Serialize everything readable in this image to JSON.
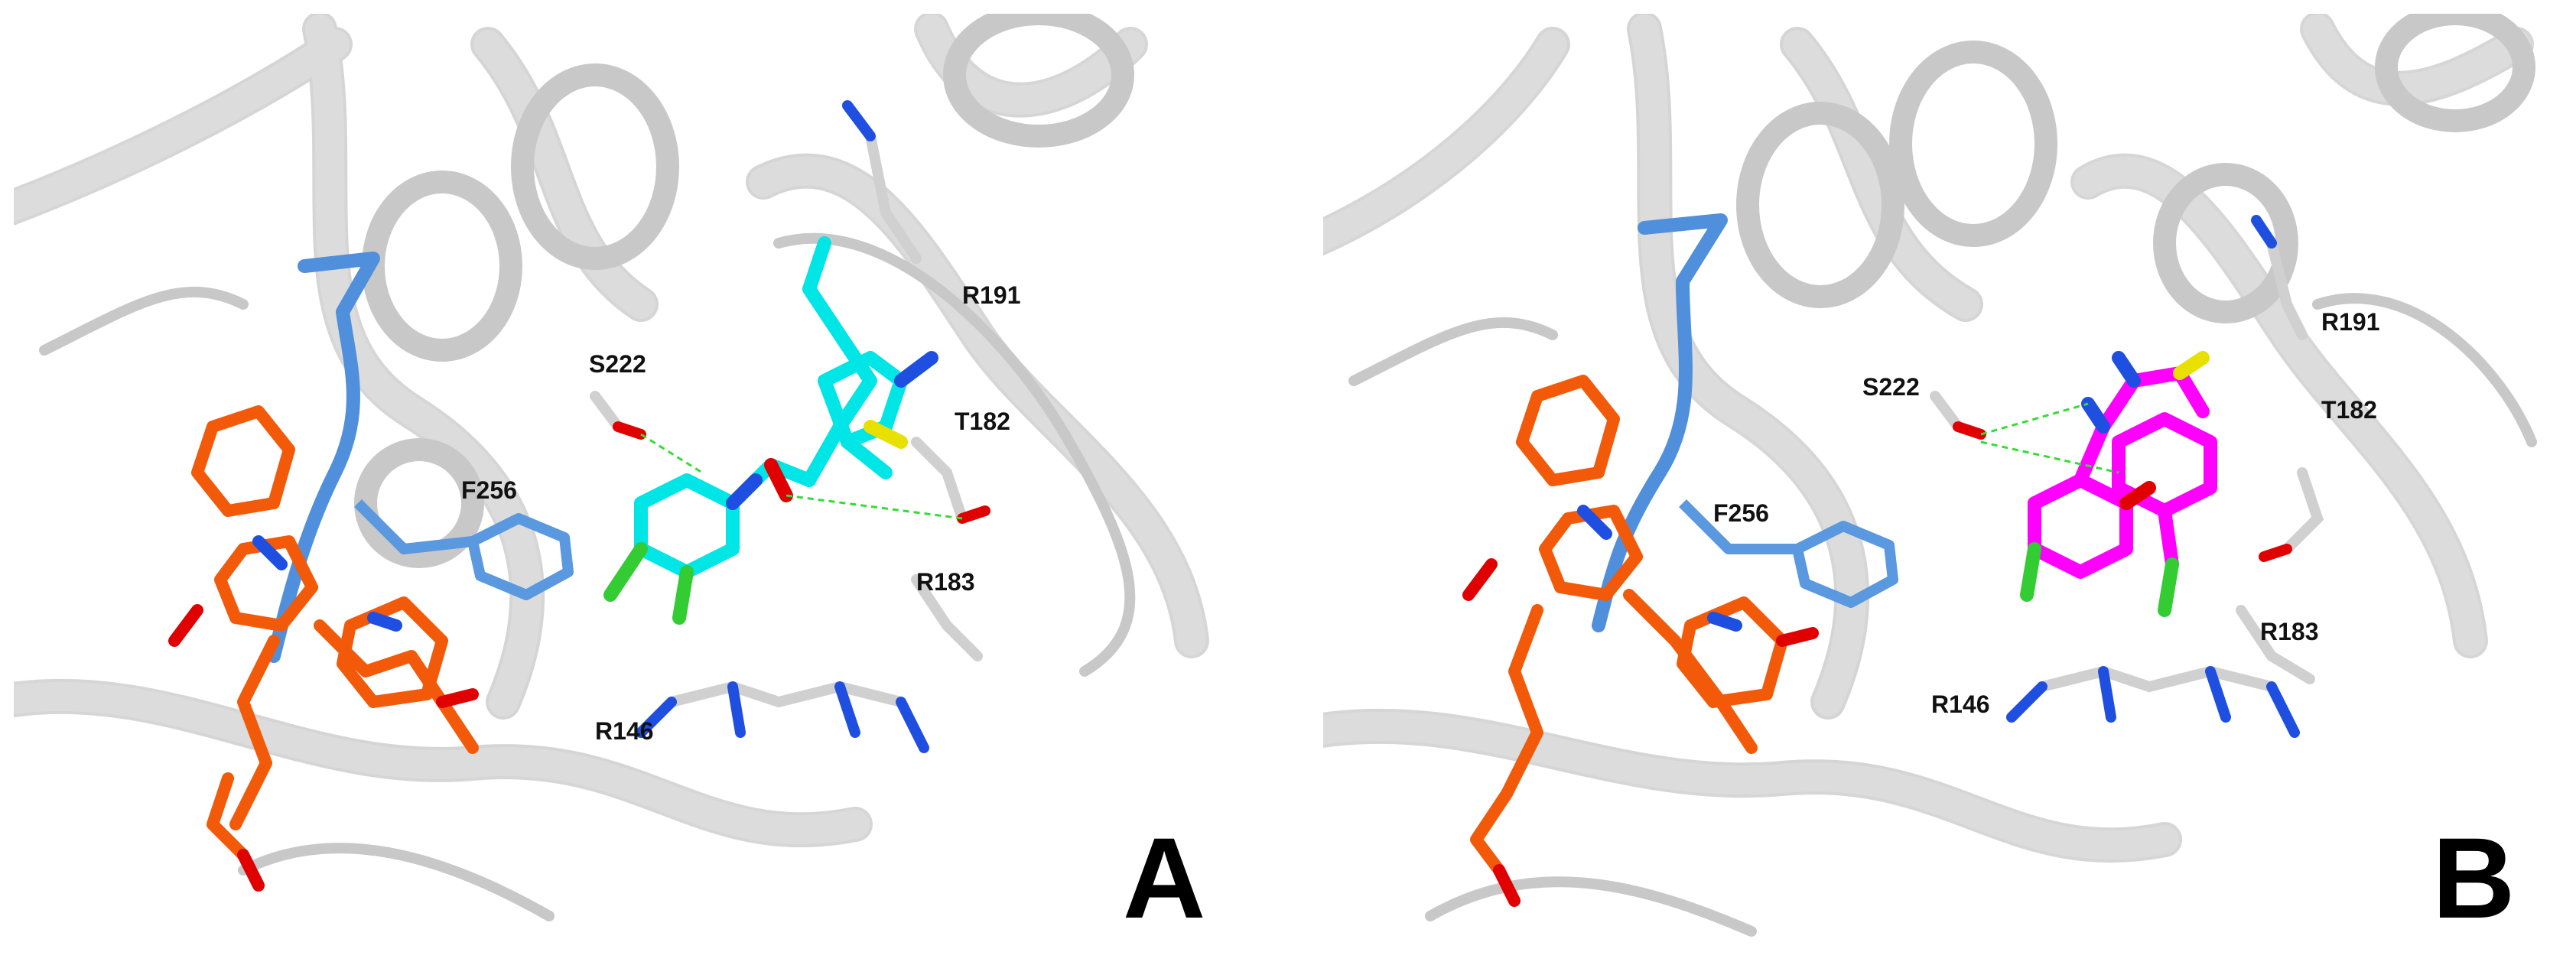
{
  "figure": {
    "panel_a": {
      "letter": "A",
      "ligand_color": "#00e5e5",
      "labels": [
        "S222",
        "F256",
        "R191",
        "T182",
        "R183",
        "R146"
      ]
    },
    "panel_b": {
      "letter": "B",
      "ligand_color": "#ff00ff",
      "labels": [
        "S222",
        "F256",
        "R191",
        "T182",
        "R183",
        "R146"
      ]
    },
    "colors": {
      "ribbon": "#d4d4d4",
      "ribbon_edge": "#8a8a8a",
      "loop_highlight": "#4f8fdc",
      "cofactor": "#f25a0a",
      "nitrogen": "#1f4fe0",
      "oxygen": "#e00000",
      "sulfur": "#e8e000",
      "chlorine": "#33cc33",
      "hydrogen": "#ffffff"
    }
  }
}
